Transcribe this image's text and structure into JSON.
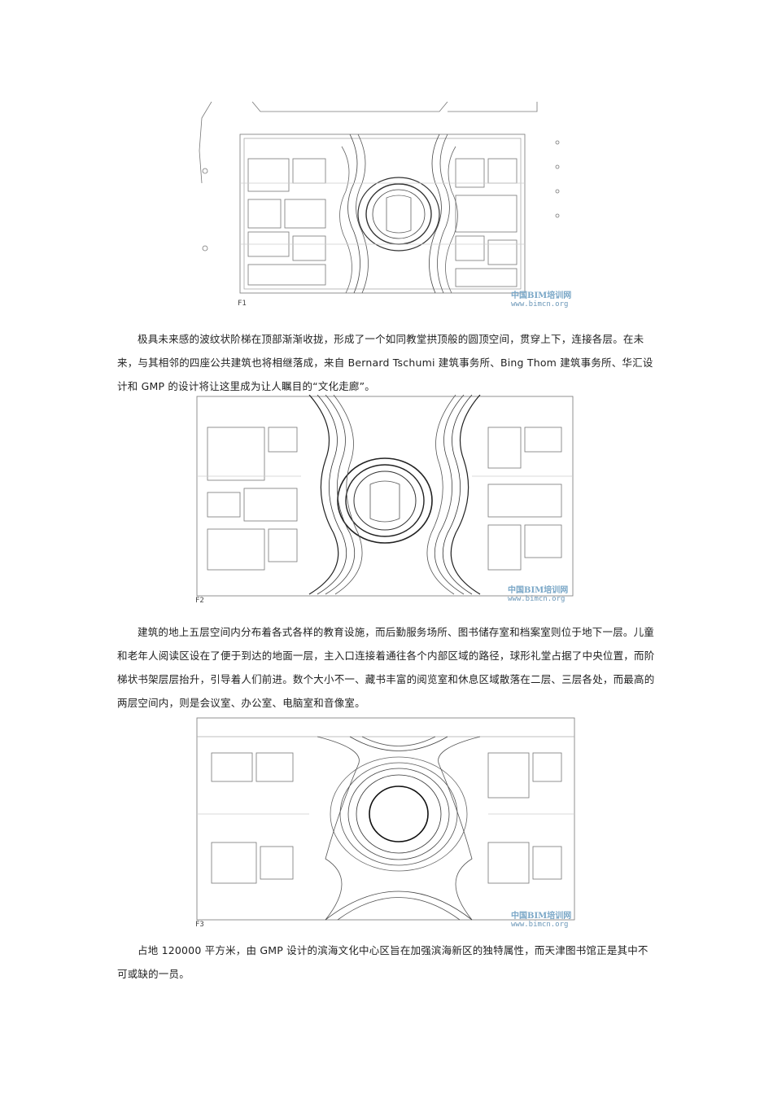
{
  "figures": [
    {
      "floor_label": "F1",
      "watermark_cn": "中国BIM培训网",
      "watermark_url": "www.bimcn.org"
    },
    {
      "floor_label": "F2",
      "watermark_cn": "中国BIM培训网",
      "watermark_url": "www.bimcn.org"
    },
    {
      "floor_label": "F3",
      "watermark_cn": "中国BIM培训网",
      "watermark_url": "www.bimcn.org"
    }
  ],
  "paragraphs": [
    "极具未来感的波纹状阶梯在顶部渐渐收拢，形成了一个如同教堂拱顶般的圆顶空间，贯穿上下，连接各层。在未来，与其相邻的四座公共建筑也将相继落成，来自 Bernard Tschumi 建筑事务所、Bing Thom 建筑事务所、华汇设计和 GMP 的设计将让这里成为让人瞩目的“文化走廊”。",
    "建筑的地上五层空间内分布着各式各样的教育设施，而后勤服务场所、图书储存室和档案室则位于地下一层。儿童和老年人阅读区设在了便于到达的地面一层，主入口连接着通往各个内部区域的路径，球形礼堂占据了中央位置，而阶梯状书架层层抬升，引导着人们前进。数个大小不一、藏书丰富的阅览室和休息区域散落在二层、三层各处，而最高的两层空间内，则是会议室、办公室、电脑室和音像室。",
    "占地 120000 平方米，由 GMP 设计的滨海文化中心区旨在加强滨海新区的独特属性，而天津图书馆正是其中不可或缺的一员。"
  ]
}
